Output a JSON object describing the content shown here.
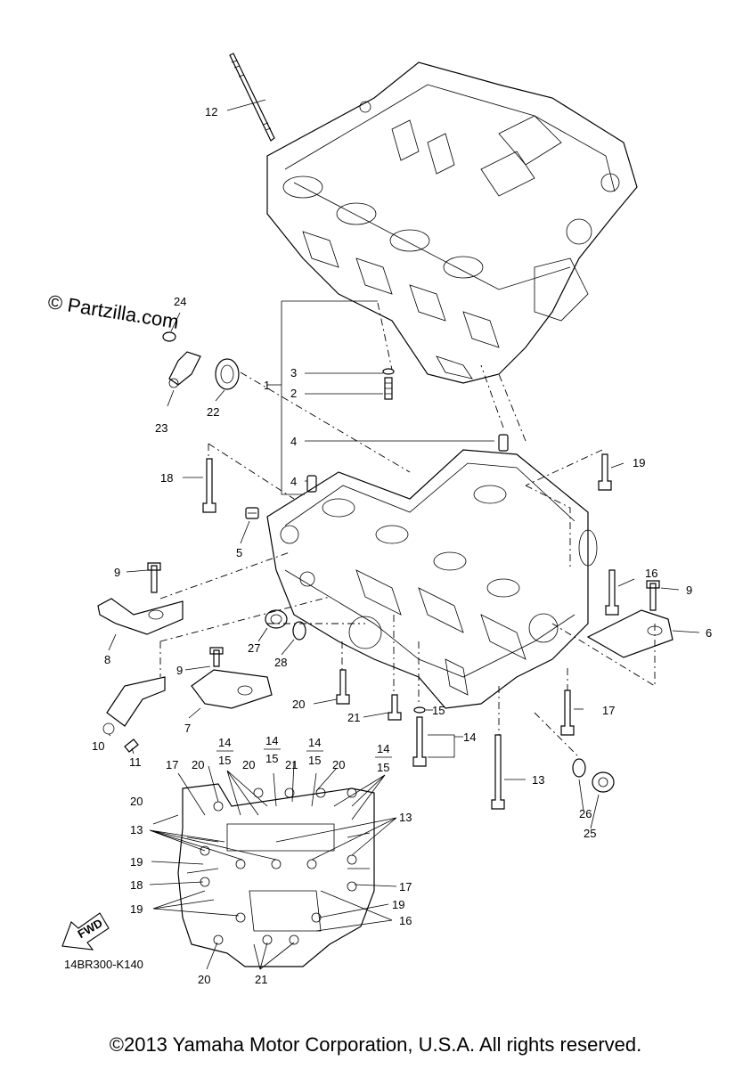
{
  "watermark": "© Partzilla.com",
  "diagram_code": "14BR300-K140",
  "copyright": "©2013 Yamaha Motor Corporation, U.S.A. All rights reserved.",
  "fwd_label": "FWD",
  "callouts": {
    "c1": "1",
    "c2": "2",
    "c3": "3",
    "c4a": "4",
    "c4b": "4",
    "c5": "5",
    "c6": "6",
    "c7": "7",
    "c8": "8",
    "c9a": "9",
    "c9b": "9",
    "c9c": "9",
    "c10": "10",
    "c11": "11",
    "c12": "12",
    "c13a": "13",
    "c14a": "14",
    "c15a": "15",
    "c16a": "16",
    "c17a": "17",
    "c18a": "18",
    "c19a": "19",
    "c20a": "20",
    "c21a": "21",
    "c22": "22",
    "c23": "23",
    "c24": "24",
    "c25": "25",
    "c26": "26",
    "c27": "27",
    "c28": "28"
  },
  "bottom_view_callouts": {
    "b14a": "14",
    "b15a": "15",
    "b14b": "14",
    "b15b": "15",
    "b14c": "14",
    "b15c": "15",
    "b14d": "14",
    "b15d": "15",
    "b17": "17",
    "b20a": "20",
    "b20b": "20",
    "b21": "21",
    "b20c": "20",
    "b20d": "20",
    "b13a": "13",
    "b13b": "13",
    "b19a": "19",
    "b18": "18",
    "b17b": "17",
    "b19b": "19",
    "b19c": "19",
    "b16": "16",
    "b20e": "20",
    "b21b": "21"
  }
}
